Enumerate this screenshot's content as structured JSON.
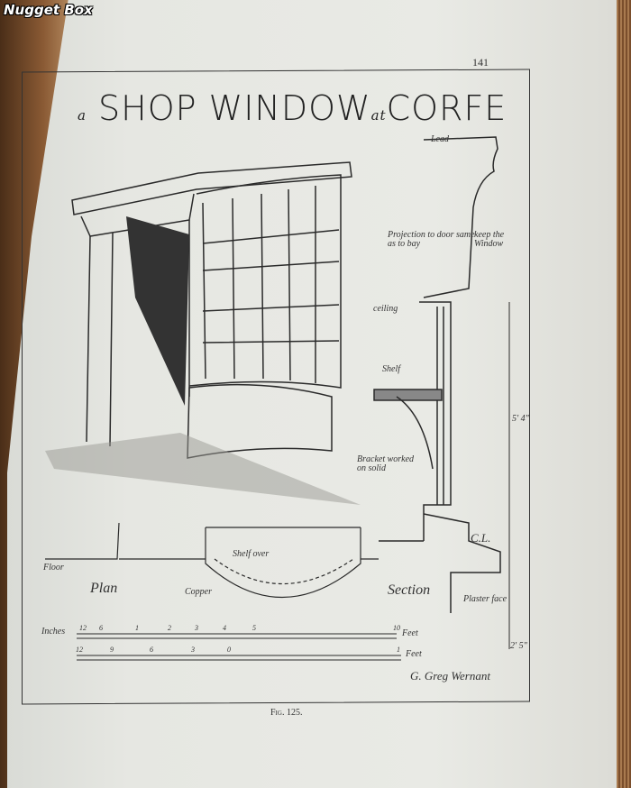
{
  "watermark": "Nugget Box",
  "page_number": "141",
  "title": {
    "prefix": "a",
    "main1": "SHOP WINDOW",
    "mid": "at",
    "main2": "CORFE"
  },
  "labels": {
    "lead": "Lead",
    "projection": "Projection to door same as to bay",
    "keep": "keep the Window",
    "ceiling": "ceiling",
    "shelf": "Shelf",
    "bracket": "Bracket worked on solid",
    "height_dim": "5' 4\"",
    "floor": "Floor",
    "plan": "Plan",
    "shelf_over": "Shelf over",
    "copper": "Copper",
    "section": "Section",
    "cl": "C.L.",
    "plaster_face": "Plaster face",
    "bottom_dim": "2' 5\"",
    "inches": "Inches",
    "feet1": "Feet",
    "feet2": "Feet",
    "signature": "G. Greg Wernant"
  },
  "scale1_ticks": [
    "12",
    "6",
    "",
    "1",
    "2",
    "3",
    "4",
    "5",
    "10"
  ],
  "scale2_ticks": [
    "12",
    "9",
    "6",
    "3",
    "0",
    "1"
  ],
  "caption": "Fig. 125."
}
